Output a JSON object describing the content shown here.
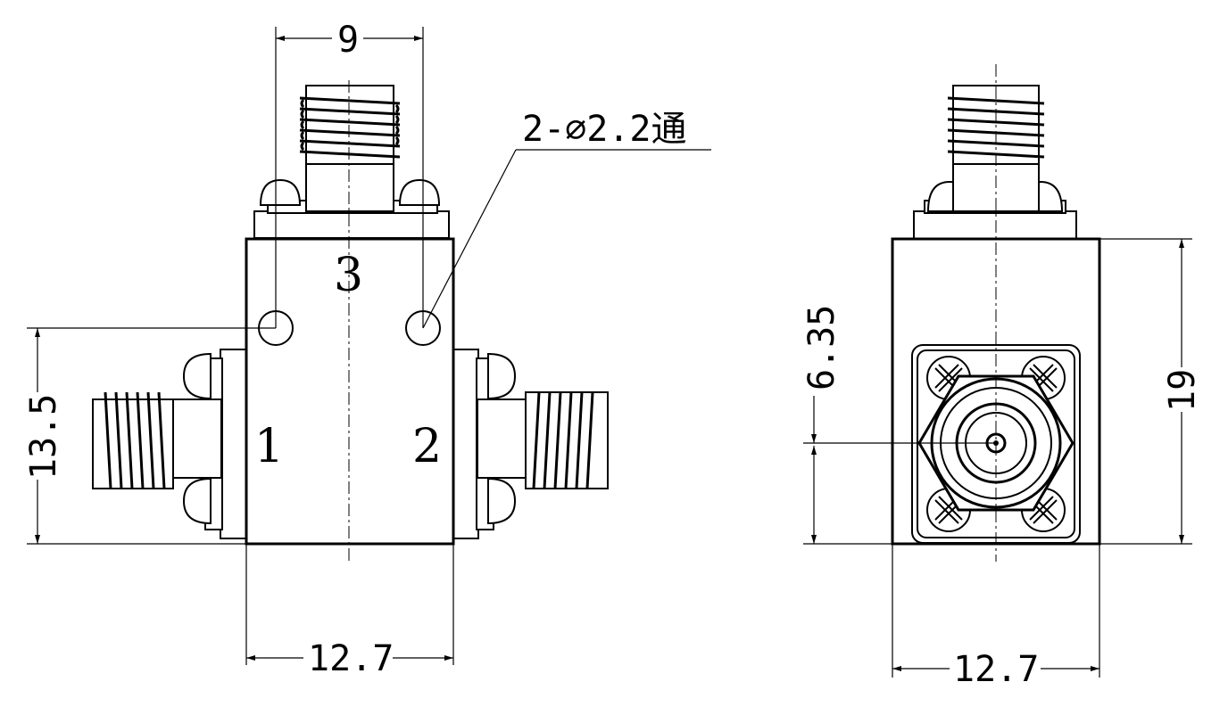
{
  "front_view": {
    "port_labels": [
      "3",
      "1",
      "2"
    ],
    "dim_width": "12.7",
    "dim_hole_spacing": "9",
    "dim_hole_height": "13.5",
    "hole_note": "2-∅2.2通"
  },
  "side_view": {
    "dim_width": "12.7",
    "dim_height": "19",
    "dim_connector_height": "6.35"
  }
}
